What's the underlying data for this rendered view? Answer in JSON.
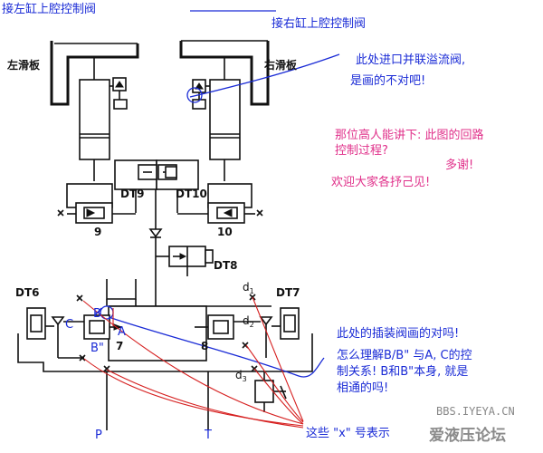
{
  "labels": {
    "left_cyl_top": "接左缸上腔控制阀",
    "right_cyl_top": "接右缸上腔控制阀",
    "left_slide": "左滑板",
    "right_slide": "右滑板",
    "dt9": "DT9",
    "dt10": "DT10",
    "dt8": "DT8",
    "dt6": "DT6",
    "dt7": "DT7",
    "n9": "9",
    "n10": "10",
    "n7": "7",
    "n8": "8",
    "C": "C",
    "A": "A",
    "B": "B",
    "B2": "B\"",
    "d1": "d",
    "d1_sub": "1",
    "d2": "d",
    "d2_sub": "2",
    "d3": "d",
    "d3_sub": "3",
    "P": "P",
    "T": "T"
  },
  "annotations": {
    "blue_top_1": "此处进口并联溢流阀,",
    "blue_top_2": "是画的不对吧!",
    "pink_1": "那位高人能讲下: 此图的回路",
    "pink_2": "控制过程?",
    "pink_3": "多谢!",
    "pink_4": "欢迎大家各抒己见!",
    "blue_mid_1": "此处的插装阀画的对吗!",
    "blue_mid_2": "怎么理解B/B\" 与A, C的控",
    "blue_mid_3": "制关系! B和B\"本身, 就是",
    "blue_mid_4": "相通的吗!",
    "blue_bottom": "这些 \"x\" 号表示"
  },
  "watermark": {
    "url": "BBS.IYEYA.CN",
    "name": "爱液压论坛"
  }
}
